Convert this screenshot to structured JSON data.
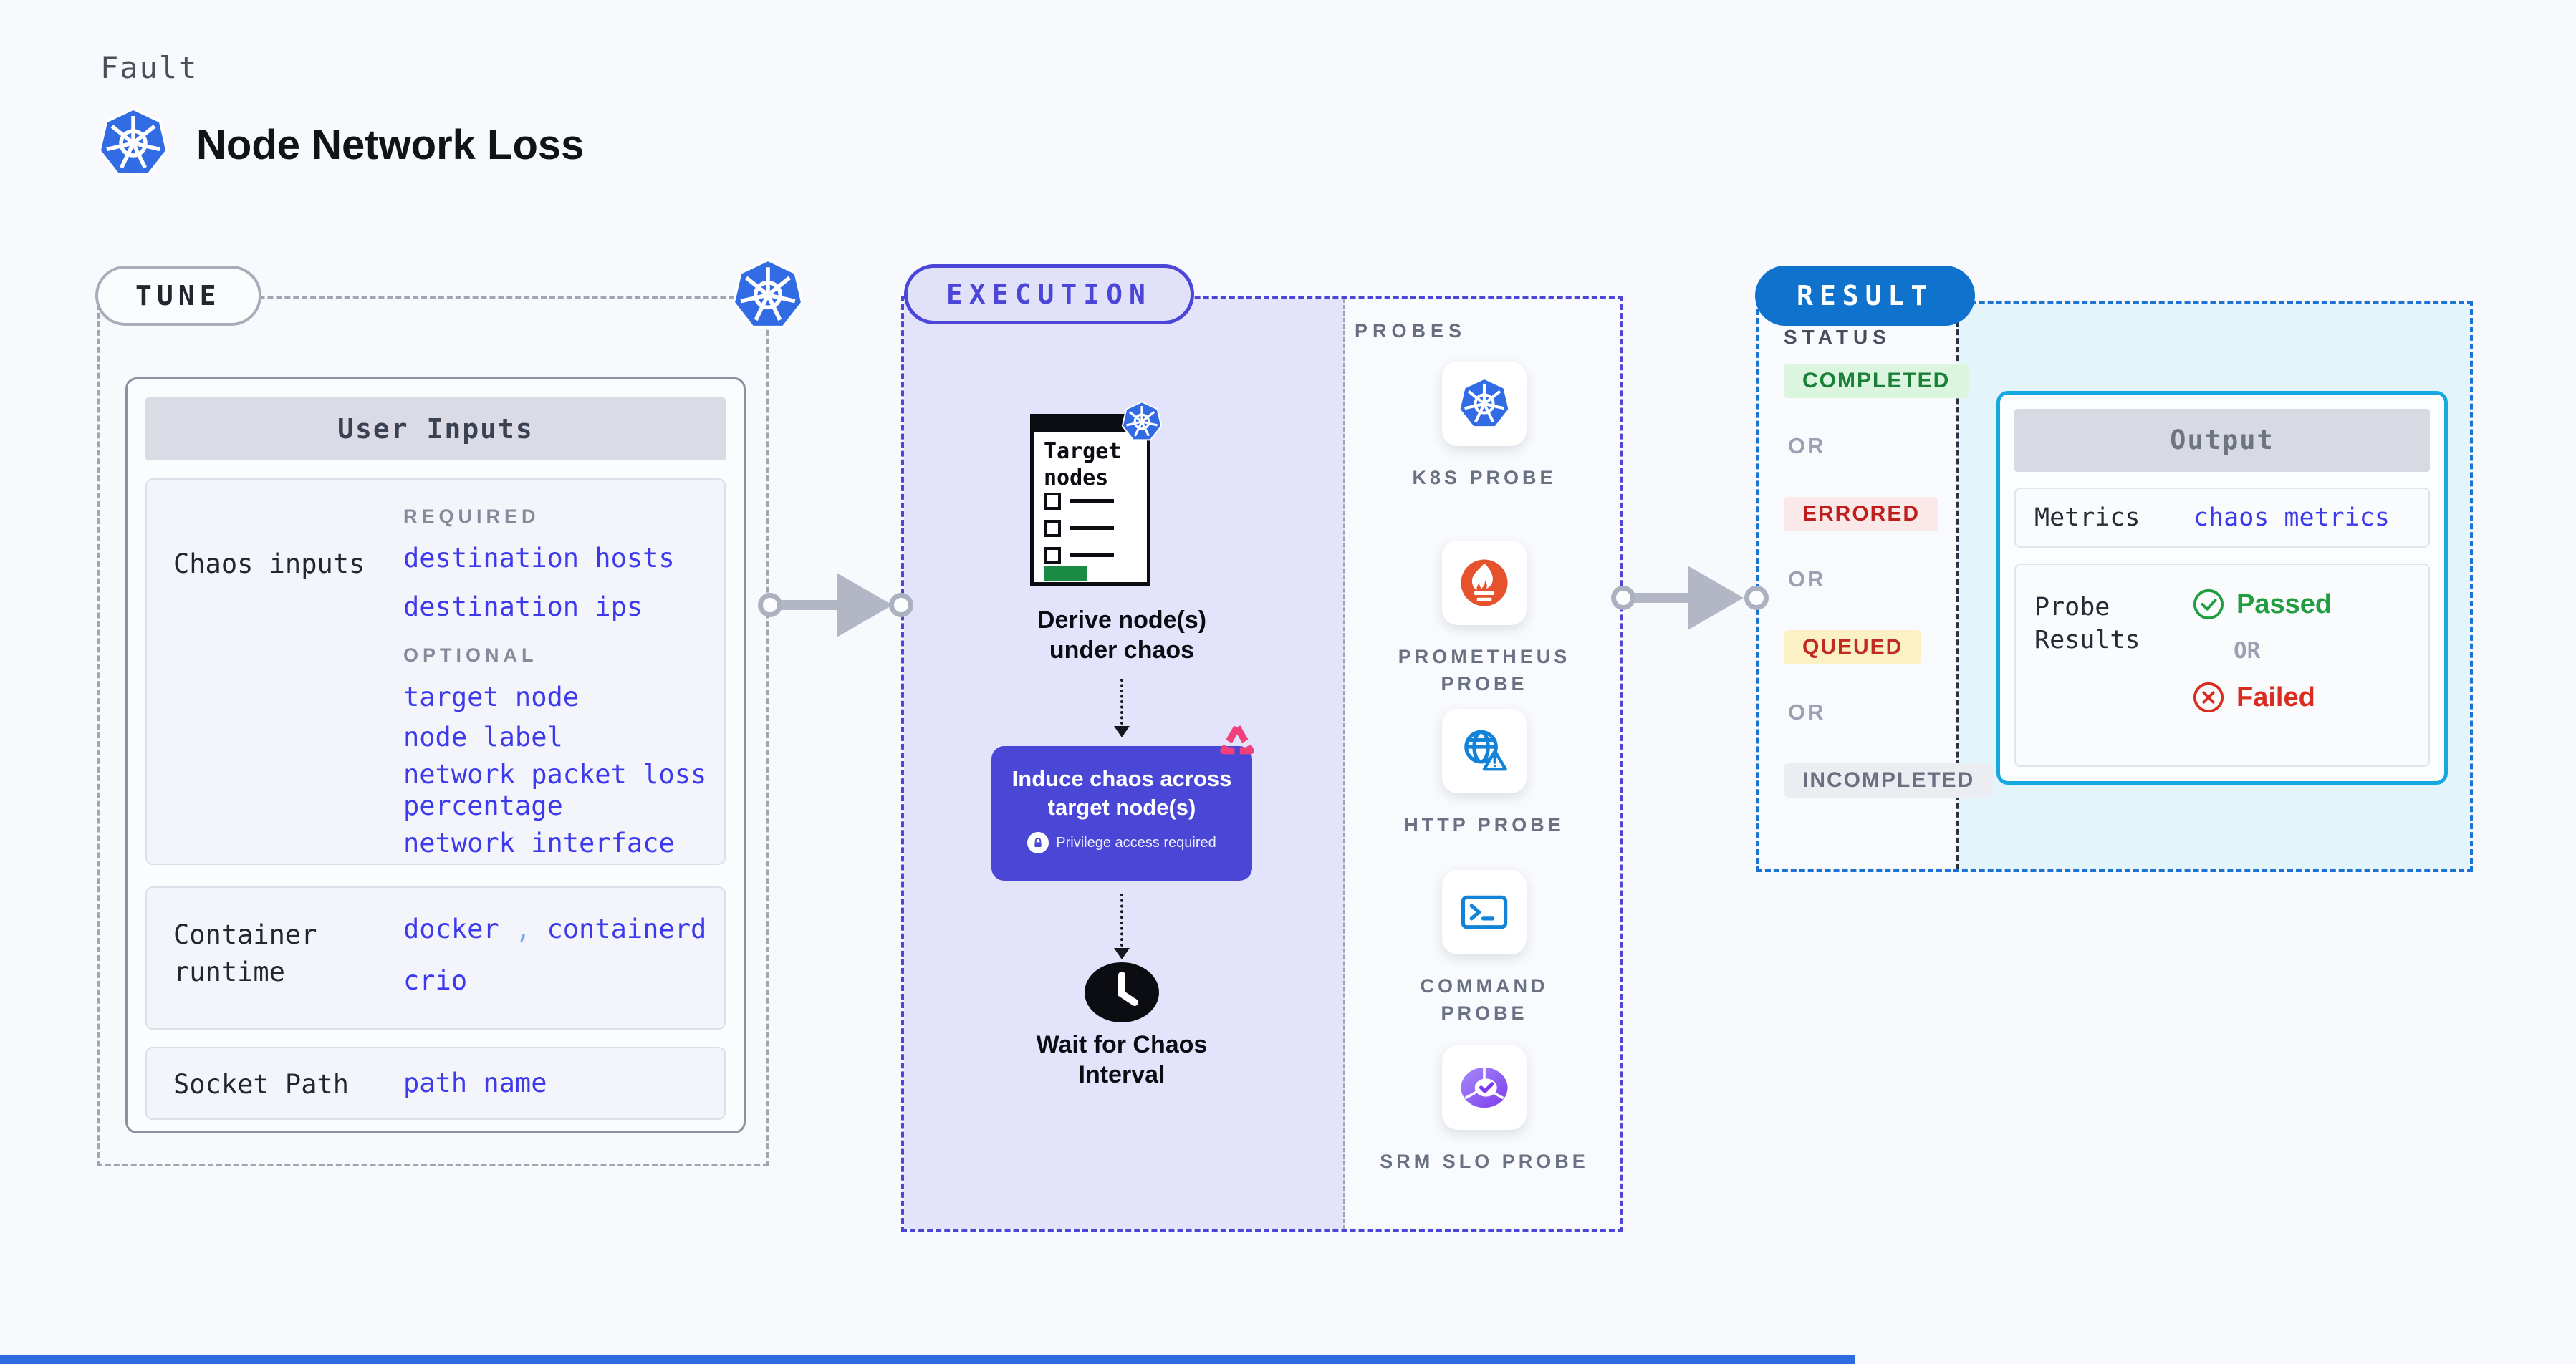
{
  "header": {
    "kicker": "Fault",
    "title": "Node Network Loss"
  },
  "tune": {
    "pill": "TUNE",
    "card_title": "User Inputs",
    "chaos_row": {
      "label": "Chaos inputs",
      "required_heading": "REQUIRED",
      "required_items": [
        "destination hosts",
        "destination ips"
      ],
      "optional_heading": "OPTIONAL",
      "optional_items": [
        "target node",
        "node label",
        "network packet loss percentage",
        "network interface"
      ]
    },
    "runtime_row": {
      "label": "Container runtime",
      "values": [
        "docker",
        "containerd",
        "crio"
      ],
      "separator": ","
    },
    "socket_row": {
      "label": "Socket Path",
      "value": "path name"
    }
  },
  "execution": {
    "pill": "EXECUTION",
    "doc_title": "Target nodes",
    "derive_label": "Derive node(s) under chaos",
    "chaos_step": "Induce chaos across target node(s)",
    "privilege_note": "Privilege access required",
    "wait_label": "Wait for Chaos Interval"
  },
  "probes": {
    "heading": "PROBES",
    "items": [
      {
        "label": "K8S PROBE",
        "icon": "kubernetes-icon"
      },
      {
        "label": "PROMETHEUS PROBE",
        "icon": "prometheus-icon"
      },
      {
        "label": "HTTP PROBE",
        "icon": "globe-warning-icon"
      },
      {
        "label": "COMMAND PROBE",
        "icon": "terminal-icon"
      },
      {
        "label": "SRM SLO PROBE",
        "icon": "slo-donut-check-icon"
      }
    ]
  },
  "result": {
    "pill": "RESULT",
    "status_heading": "STATUS",
    "or_label": "OR",
    "statuses": [
      {
        "label": "COMPLETED",
        "fg": "#1A7F37",
        "bg": "#DCF5DF"
      },
      {
        "label": "ERRORED",
        "fg": "#C01D1D",
        "bg": "#FBE9E9"
      },
      {
        "label": "QUEUED",
        "fg": "#C02A20",
        "bg": "#FCF0C5"
      },
      {
        "label": "INCOMPLETED",
        "fg": "#6A7080",
        "bg": "#EBEDF3"
      }
    ],
    "output": {
      "title": "Output",
      "metrics_label": "Metrics",
      "metrics_value": "chaos metrics",
      "probe_results_label": "Probe Results",
      "passed_label": "Passed",
      "failed_label": "Failed",
      "or_label": "OR"
    }
  },
  "colors": {
    "accent_indigo": "#4B46D6",
    "accent_blue": "#0F72CD",
    "accent_cyan": "#16A9DF",
    "link_blue": "#3D3AEE",
    "passed_green": "#1F9D40",
    "failed_red": "#D92D20",
    "kubernetes_blue": "#326CE5",
    "prometheus_orange": "#E6522C",
    "litmus_pink": "#F1407B",
    "chaos_step_purple": "#4B47D6",
    "bottom_bar_blue": "#2E6BE0"
  }
}
